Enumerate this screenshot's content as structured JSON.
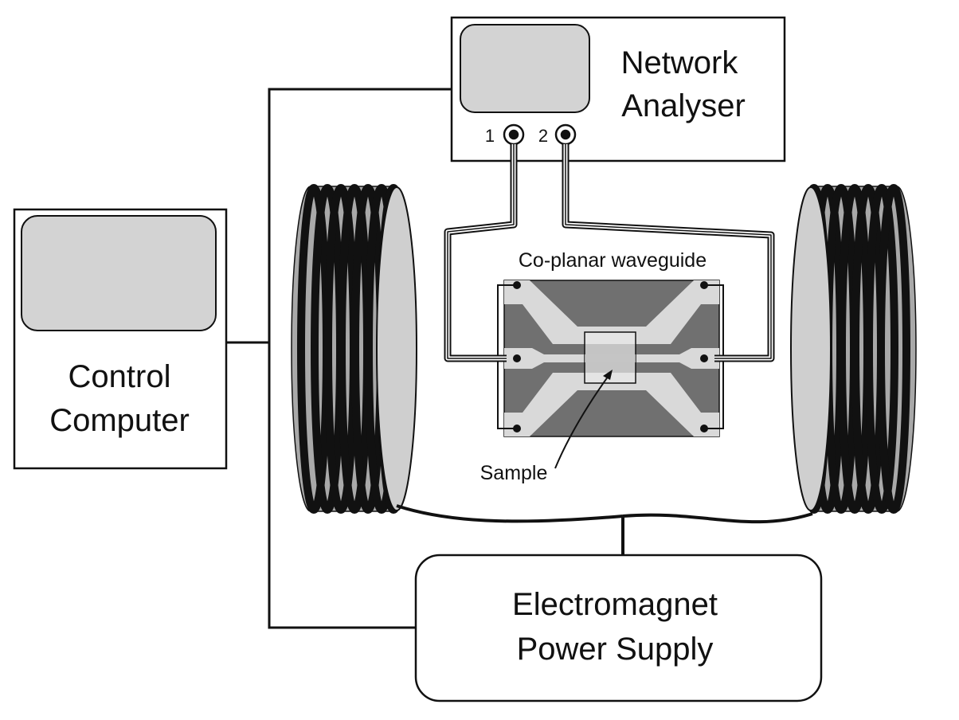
{
  "network_analyser": {
    "line1": "Network",
    "line2": "Analyser",
    "port1": "1",
    "port2": "2"
  },
  "control_computer": {
    "line1": "Control",
    "line2": "Computer"
  },
  "power_supply": {
    "line1": "Electromagnet",
    "line2": "Power Supply"
  },
  "waveguide": {
    "label": "Co-planar waveguide"
  },
  "sample": {
    "label": "Sample"
  },
  "colors": {
    "stroke": "#111111",
    "screen": "#d3d3d3",
    "coil_body": "#a9a9a9",
    "coil_face": "#cfcfcf",
    "substrate": "#707070",
    "conductor": "#d9d9d9",
    "sample": "#e8e8e8"
  }
}
